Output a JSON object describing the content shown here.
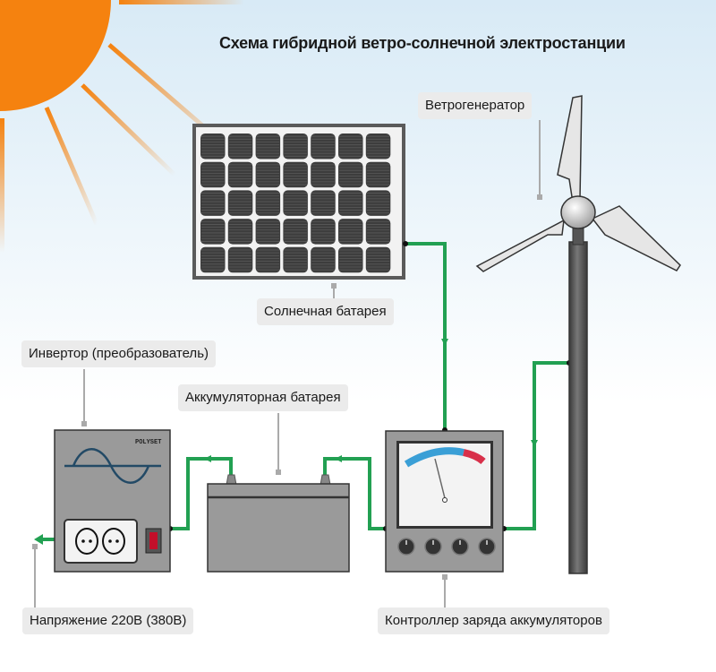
{
  "title": "Схема гибридной ветро-солнечной электростанции",
  "labels": {
    "wind_generator": "Ветрогенератор",
    "solar_panel": "Солнечная батарея",
    "inverter": "Инвертор (преобразователь)",
    "battery": "Аккумуляторная батарея",
    "voltage": "Напряжение 220В (380В)",
    "controller": "Контроллер заряда аккумуляторов"
  },
  "inverter_brand": "POLYSET",
  "colors": {
    "sun": "#f5820f",
    "wire": "#22a052",
    "device": "#9a9a9a",
    "gauge_blue": "#3a9fd6",
    "gauge_red": "#d8304a"
  }
}
